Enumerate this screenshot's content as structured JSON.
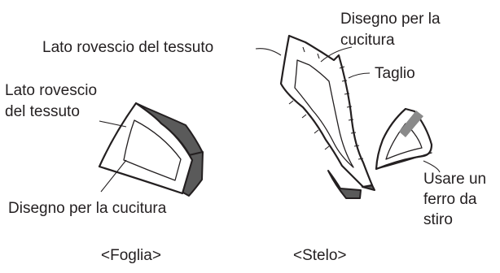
{
  "leaf": {
    "caption": "<Foglia>",
    "label_wrong_side_line1": "Lato rovescio",
    "label_wrong_side_line2": "del tessuto",
    "label_pattern": "Disegno per la cucitura"
  },
  "stem": {
    "caption": "<Stelo>",
    "label_wrong_side": "Lato rovescio del tessuto",
    "label_pattern_line1": "Disegno per la",
    "label_pattern_line2": "cucitura",
    "label_cut": "Taglio"
  },
  "iron": {
    "label_line1": "Usare un",
    "label_line2": "ferro da",
    "label_line3": "stiro"
  },
  "colors": {
    "ink": "#231f20",
    "fold_fill": "#5a5a5a",
    "iron_handle": "#8a8a8a",
    "background": "#ffffff"
  }
}
